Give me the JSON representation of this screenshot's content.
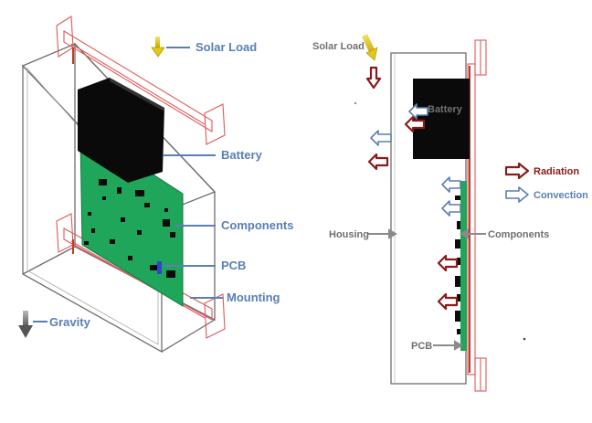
{
  "left_labels": {
    "solar_load": "Solar Load",
    "battery": "Battery",
    "components": "Components",
    "pcb": "PCB",
    "mounting": "Mounting",
    "gravity": "Gravity"
  },
  "right_labels": {
    "solar_load": "Solar Load",
    "battery": "Battery",
    "radiation": "Radiation",
    "convection": "Convection",
    "housing": "Housing",
    "components": "Components",
    "pcb": "PCB"
  },
  "colors": {
    "leader_blue": "#5a7fb4",
    "label_blue": "#5a7fb4",
    "radiation_red": "#8b1a1a",
    "convection_blue": "#5a7fb4",
    "pcb_green": "#1fa65a",
    "battery_black": "#0a0a0a",
    "mount_red": "#e0595b",
    "housing_gray": "#6e6e6e",
    "solar_yellow": "#e1c81e"
  },
  "icons": {
    "solar": "sun-load-arrow-icon",
    "gravity": "gravity-arrow-icon",
    "radiation": "radiation-arrow-icon",
    "convection": "convection-arrow-icon"
  }
}
